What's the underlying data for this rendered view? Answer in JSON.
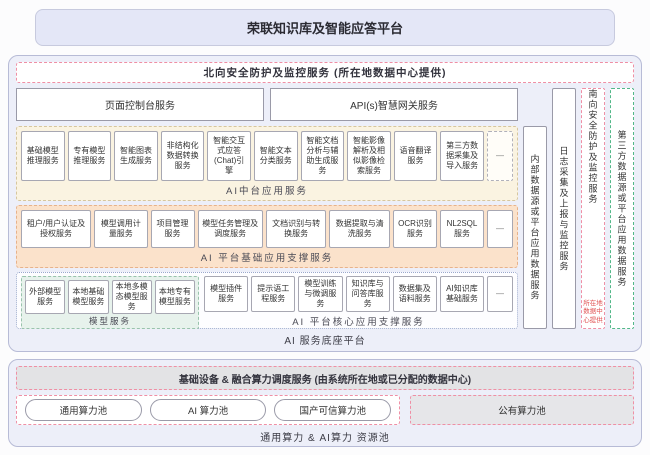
{
  "title": "荣联知识库及智能应答平台",
  "main": {
    "north_bar": "北向安全防护及监控服务 (所在地数据中心提供)",
    "console": "页面控制台服务",
    "gateway": "API(s)智慧网关服务",
    "row1": {
      "label": "AI中台应用服务",
      "items": [
        "基础模型推理服务",
        "专有模型推理服务",
        "智能图表生成服务",
        "非结构化数据转换服务",
        "智能交互式应答(Chat)引擎",
        "智能文本分类服务",
        "智能文档分析与辅助生成服务",
        "智能影像解析及相似影像检索服务",
        "语音翻译服务",
        "第三方数据采集及导入服务",
        "—"
      ]
    },
    "row2": {
      "label": "AI 平台基础应用支撑服务",
      "items": [
        "租户/用户认证及授权服务",
        "模型调用计量服务",
        "项目管理服务",
        "模型任务管理及调度服务",
        "文档识别与转换服务",
        "数据提取与清洗服务",
        "OCR识别服务",
        "NL2SQL服务",
        "—"
      ]
    },
    "row3": {
      "label": "AI 平台核心应用支撑服务",
      "model_group": {
        "label": "模型服务",
        "items": [
          "外部模型服务",
          "本地基础模型服务",
          "本地多模态模型服务",
          "本地专有模型服务"
        ]
      },
      "items": [
        "模型插件服务",
        "提示语工程服务",
        "模型训练与微调服务",
        "知识库与问答库服务",
        "数据集及语料服务",
        "AI知识库基础服务",
        "—"
      ]
    },
    "columns": {
      "internal": "内部数据源或平台应用数据服务",
      "logging": "日志采集及上报与监控服务",
      "south": "南向安全防护及监控服务",
      "south_note": "所在地数据中心提供",
      "third_party": "第三方数据源或平台应用数据服务"
    },
    "footer_label": "AI 服务底座平台"
  },
  "bottom": {
    "scheduler": "基础设备 & 融合算力调度服务 (由系统所在地或已分配的数据中心)",
    "pools": [
      "通用算力池",
      "AI 算力池",
      "国产可信算力池"
    ],
    "public_pool": "公有算力池",
    "label": "通用算力 & AI算力 资源池"
  },
  "colors": {
    "pink_dashed": "#ef8fa5",
    "green_dashed": "#52b788",
    "cream_section": "#faf3e1",
    "peach_section": "#fbe2cb",
    "mint_group": "#e7f2ec",
    "lavender_panel": "#edeff9",
    "grey_bar": "#e3e3e5"
  }
}
